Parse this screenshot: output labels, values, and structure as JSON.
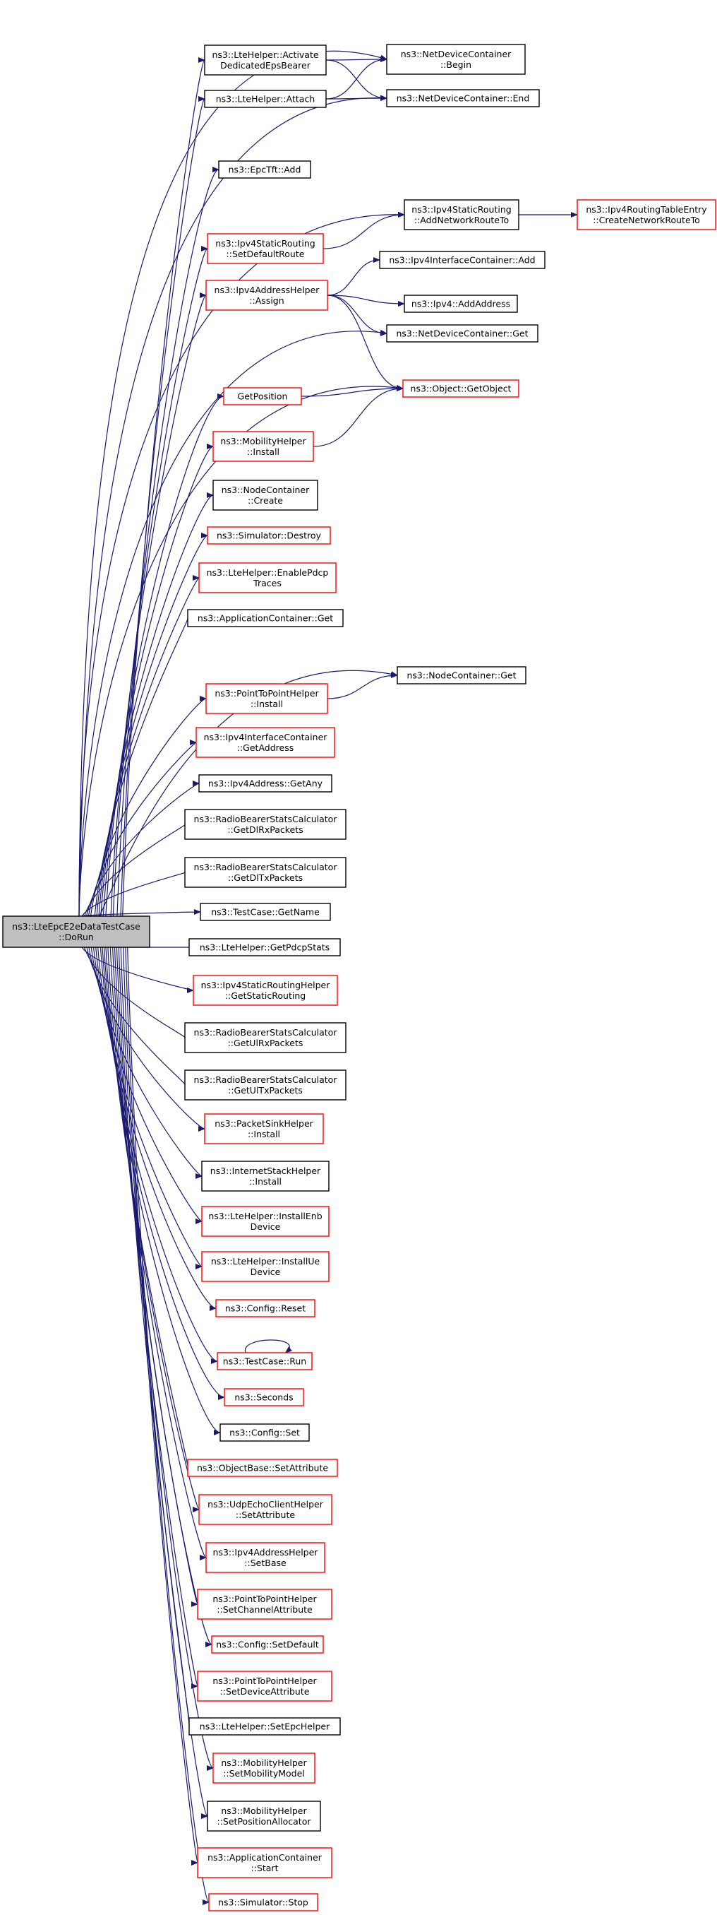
{
  "colors": {
    "edge": "#191970",
    "border_default": "#000000",
    "border_red": "#ff0000",
    "root_fill": "#bfbfbf",
    "node_fill": "#ffffff"
  },
  "nodes": [
    {
      "id": "root",
      "lines": [
        "ns3::LteEpcE2eDataTestCase",
        "::DoRun"
      ],
      "border": "black",
      "root": true
    },
    {
      "id": "n_activate",
      "lines": [
        "ns3::LteHelper::Activate",
        "DedicatedEpsBearer"
      ],
      "border": "black"
    },
    {
      "id": "n_attach",
      "lines": [
        "ns3::LteHelper::Attach"
      ],
      "border": "black"
    },
    {
      "id": "n_ndc_begin",
      "lines": [
        "ns3::NetDeviceContainer",
        "::Begin"
      ],
      "border": "black"
    },
    {
      "id": "n_ndc_end",
      "lines": [
        "ns3::NetDeviceContainer::End"
      ],
      "border": "black"
    },
    {
      "id": "n_epctft",
      "lines": [
        "ns3::EpcTft::Add"
      ],
      "border": "black"
    },
    {
      "id": "n_addnet",
      "lines": [
        "ns3::Ipv4StaticRouting",
        "::AddNetworkRouteTo"
      ],
      "border": "black"
    },
    {
      "id": "n_rte",
      "lines": [
        "ns3::Ipv4RoutingTableEntry",
        "::CreateNetworkRouteTo"
      ],
      "border": "red"
    },
    {
      "id": "n_setdef",
      "lines": [
        "ns3::Ipv4StaticRouting",
        "::SetDefaultRoute"
      ],
      "border": "red"
    },
    {
      "id": "n_iic_add",
      "lines": [
        "ns3::Ipv4InterfaceContainer::Add"
      ],
      "border": "black"
    },
    {
      "id": "n_assign",
      "lines": [
        "ns3::Ipv4AddressHelper",
        "::Assign"
      ],
      "border": "red"
    },
    {
      "id": "n_addaddr",
      "lines": [
        "ns3::Ipv4::AddAddress"
      ],
      "border": "black"
    },
    {
      "id": "n_ndc_get",
      "lines": [
        "ns3::NetDeviceContainer::Get"
      ],
      "border": "black"
    },
    {
      "id": "n_getobj",
      "lines": [
        "ns3::Object::GetObject"
      ],
      "border": "red"
    },
    {
      "id": "n_getpos",
      "lines": [
        "GetPosition"
      ],
      "border": "red"
    },
    {
      "id": "n_mob_install",
      "lines": [
        "ns3::MobilityHelper",
        "::Install"
      ],
      "border": "red"
    },
    {
      "id": "n_nc_create",
      "lines": [
        "ns3::NodeContainer",
        "::Create"
      ],
      "border": "black"
    },
    {
      "id": "n_sim_destroy",
      "lines": [
        "ns3::Simulator::Destroy"
      ],
      "border": "red"
    },
    {
      "id": "n_enablepdcp",
      "lines": [
        "ns3::LteHelper::EnablePdcp",
        "Traces"
      ],
      "border": "red"
    },
    {
      "id": "n_ac_get",
      "lines": [
        "ns3::ApplicationContainer::Get"
      ],
      "border": "black"
    },
    {
      "id": "n_p2p_install",
      "lines": [
        "ns3::PointToPointHelper",
        "::Install"
      ],
      "border": "red"
    },
    {
      "id": "n_nc_get",
      "lines": [
        "ns3::NodeContainer::Get"
      ],
      "border": "black"
    },
    {
      "id": "n_getaddress",
      "lines": [
        "ns3::Ipv4InterfaceContainer",
        "::GetAddress"
      ],
      "border": "red"
    },
    {
      "id": "n_getany",
      "lines": [
        "ns3::Ipv4Address::GetAny"
      ],
      "border": "black"
    },
    {
      "id": "n_getdlrx",
      "lines": [
        "ns3::RadioBearerStatsCalculator",
        "::GetDlRxPackets"
      ],
      "border": "black"
    },
    {
      "id": "n_getdltx",
      "lines": [
        "ns3::RadioBearerStatsCalculator",
        "::GetDlTxPackets"
      ],
      "border": "black"
    },
    {
      "id": "n_getname",
      "lines": [
        "ns3::TestCase::GetName"
      ],
      "border": "black"
    },
    {
      "id": "n_getpdcp",
      "lines": [
        "ns3::LteHelper::GetPdcpStats"
      ],
      "border": "black"
    },
    {
      "id": "n_getstatic",
      "lines": [
        "ns3::Ipv4StaticRoutingHelper",
        "::GetStaticRouting"
      ],
      "border": "red"
    },
    {
      "id": "n_getulrx",
      "lines": [
        "ns3::RadioBearerStatsCalculator",
        "::GetUlRxPackets"
      ],
      "border": "black"
    },
    {
      "id": "n_getultx",
      "lines": [
        "ns3::RadioBearerStatsCalculator",
        "::GetUlTxPackets"
      ],
      "border": "black"
    },
    {
      "id": "n_psink",
      "lines": [
        "ns3::PacketSinkHelper",
        "::Install"
      ],
      "border": "red"
    },
    {
      "id": "n_inet",
      "lines": [
        "ns3::InternetStackHelper",
        "::Install"
      ],
      "border": "black"
    },
    {
      "id": "n_instenb",
      "lines": [
        "ns3::LteHelper::InstallEnb",
        "Device"
      ],
      "border": "red"
    },
    {
      "id": "n_instue",
      "lines": [
        "ns3::LteHelper::InstallUe",
        "Device"
      ],
      "border": "red"
    },
    {
      "id": "n_cfg_reset",
      "lines": [
        "ns3::Config::Reset"
      ],
      "border": "red"
    },
    {
      "id": "n_tc_run",
      "lines": [
        "ns3::TestCase::Run"
      ],
      "border": "red"
    },
    {
      "id": "n_seconds",
      "lines": [
        "ns3::Seconds"
      ],
      "border": "red"
    },
    {
      "id": "n_cfg_set",
      "lines": [
        "ns3::Config::Set"
      ],
      "border": "black"
    },
    {
      "id": "n_ob_setattr",
      "lines": [
        "ns3::ObjectBase::SetAttribute"
      ],
      "border": "red"
    },
    {
      "id": "n_udp_setattr",
      "lines": [
        "ns3::UdpEchoClientHelper",
        "::SetAttribute"
      ],
      "border": "red"
    },
    {
      "id": "n_setbase",
      "lines": [
        "ns3::Ipv4AddressHelper",
        "::SetBase"
      ],
      "border": "red"
    },
    {
      "id": "n_p2p_chan",
      "lines": [
        "ns3::PointToPointHelper",
        "::SetChannelAttribute"
      ],
      "border": "red"
    },
    {
      "id": "n_cfg_setdef",
      "lines": [
        "ns3::Config::SetDefault"
      ],
      "border": "red"
    },
    {
      "id": "n_p2p_dev",
      "lines": [
        "ns3::PointToPointHelper",
        "::SetDeviceAttribute"
      ],
      "border": "red"
    },
    {
      "id": "n_setepc",
      "lines": [
        "ns3::LteHelper::SetEpcHelper"
      ],
      "border": "black"
    },
    {
      "id": "n_setmob",
      "lines": [
        "ns3::MobilityHelper",
        "::SetMobilityModel"
      ],
      "border": "red"
    },
    {
      "id": "n_setposalloc",
      "lines": [
        "ns3::MobilityHelper",
        "::SetPositionAllocator"
      ],
      "border": "black"
    },
    {
      "id": "n_ac_start",
      "lines": [
        "ns3::ApplicationContainer",
        "::Start"
      ],
      "border": "red"
    },
    {
      "id": "n_sim_stop",
      "lines": [
        "ns3::Simulator::Stop"
      ],
      "border": "red"
    }
  ],
  "edges": [
    [
      "root",
      "n_activate"
    ],
    [
      "root",
      "n_attach"
    ],
    [
      "root",
      "n_ndc_begin"
    ],
    [
      "root",
      "n_ndc_end"
    ],
    [
      "root",
      "n_epctft"
    ],
    [
      "root",
      "n_addnet"
    ],
    [
      "root",
      "n_setdef"
    ],
    [
      "root",
      "n_assign"
    ],
    [
      "root",
      "n_ndc_get"
    ],
    [
      "root",
      "n_getobj"
    ],
    [
      "root",
      "n_getpos"
    ],
    [
      "root",
      "n_mob_install"
    ],
    [
      "root",
      "n_nc_create"
    ],
    [
      "root",
      "n_sim_destroy"
    ],
    [
      "root",
      "n_enablepdcp"
    ],
    [
      "root",
      "n_ac_get"
    ],
    [
      "root",
      "n_nc_get"
    ],
    [
      "root",
      "n_p2p_install"
    ],
    [
      "root",
      "n_getaddress"
    ],
    [
      "root",
      "n_getany"
    ],
    [
      "root",
      "n_getdlrx"
    ],
    [
      "root",
      "n_getdltx"
    ],
    [
      "root",
      "n_getname"
    ],
    [
      "root",
      "n_getpdcp"
    ],
    [
      "root",
      "n_getstatic"
    ],
    [
      "root",
      "n_getulrx"
    ],
    [
      "root",
      "n_getultx"
    ],
    [
      "root",
      "n_psink"
    ],
    [
      "root",
      "n_inet"
    ],
    [
      "root",
      "n_instenb"
    ],
    [
      "root",
      "n_instue"
    ],
    [
      "root",
      "n_cfg_reset"
    ],
    [
      "root",
      "n_tc_run"
    ],
    [
      "root",
      "n_seconds"
    ],
    [
      "root",
      "n_cfg_set"
    ],
    [
      "root",
      "n_ob_setattr"
    ],
    [
      "root",
      "n_udp_setattr"
    ],
    [
      "root",
      "n_setbase"
    ],
    [
      "root",
      "n_p2p_chan"
    ],
    [
      "root",
      "n_cfg_setdef"
    ],
    [
      "root",
      "n_p2p_dev"
    ],
    [
      "root",
      "n_setepc"
    ],
    [
      "root",
      "n_setmob"
    ],
    [
      "root",
      "n_setposalloc"
    ],
    [
      "root",
      "n_ac_start"
    ],
    [
      "root",
      "n_sim_stop"
    ],
    [
      "n_activate",
      "n_ndc_begin"
    ],
    [
      "n_activate",
      "n_ndc_end"
    ],
    [
      "n_attach",
      "n_ndc_begin"
    ],
    [
      "n_attach",
      "n_ndc_end"
    ],
    [
      "n_addnet",
      "n_rte"
    ],
    [
      "n_setdef",
      "n_addnet"
    ],
    [
      "n_assign",
      "n_iic_add"
    ],
    [
      "n_assign",
      "n_addaddr"
    ],
    [
      "n_assign",
      "n_ndc_get"
    ],
    [
      "n_assign",
      "n_getobj"
    ],
    [
      "n_getpos",
      "n_getobj"
    ],
    [
      "n_mob_install",
      "n_getobj"
    ],
    [
      "n_p2p_install",
      "n_nc_get"
    ],
    [
      "n_tc_run",
      "n_tc_run"
    ]
  ]
}
